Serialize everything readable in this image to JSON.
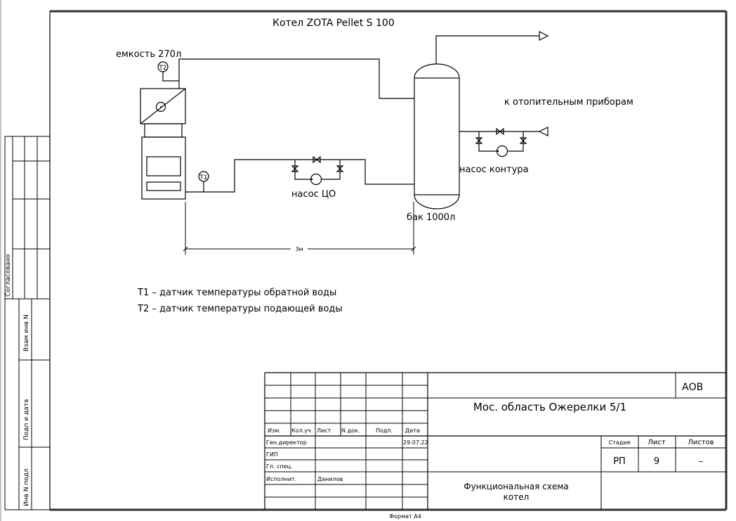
{
  "drawing": {
    "title": "Котел ZOTA Pellet S 100",
    "tank_small_label": "емкость 270л",
    "tank_big_label": "бак 1000л",
    "heating_devices_label": "к отопительным приборам",
    "pump_co_label": "насос ЦО",
    "pump_circuit_label": "насос контура",
    "sensor_t1": "T1",
    "sensor_t2": "T2",
    "dimension_label": "3м",
    "legend": [
      "T1  –  датчик температуры обратной воды",
      "T2  –  датчик температуры подающей воды"
    ]
  },
  "side_stamp": {
    "agreed": "Согласовано",
    "swap_inv": "Взам инв N",
    "sign_date": "Подп и дата",
    "inv_orig": "Инв N подл"
  },
  "title_block": {
    "columns": [
      "Изм.",
      "Кол.уч.",
      "Лист",
      "N док.",
      "Подп.",
      "Дата"
    ],
    "rows": [
      {
        "role": "Ген.директор",
        "name": "",
        "date": "29.07.22"
      },
      {
        "role": "ГИП",
        "name": "",
        "date": ""
      },
      {
        "role": "Гл. спец.",
        "name": "",
        "date": ""
      },
      {
        "role": "Исполнит.",
        "name": "Данилов",
        "date": ""
      }
    ],
    "code": "АОВ",
    "address": "Мос. область Ожерелки 5/1",
    "stage_header": "Стадия",
    "sheet_header": "Лист",
    "sheets_header": "Листов",
    "stage": "РП",
    "sheet": "9",
    "sheets": "–",
    "description_line1": "Функциональная схема",
    "description_line2": "котел",
    "format": "Формат А4"
  }
}
